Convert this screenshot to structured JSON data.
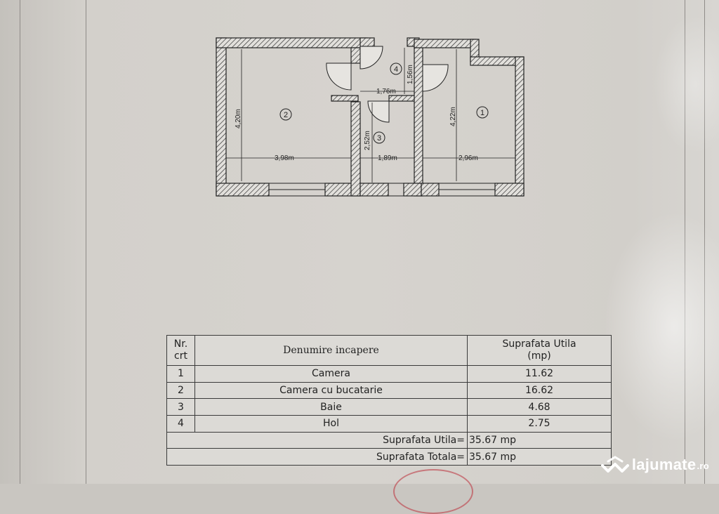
{
  "floor_plan": {
    "rooms": [
      {
        "number": "1",
        "height_dim": "4,22m",
        "width_dim": "2,96m"
      },
      {
        "number": "2",
        "height_dim": "4,20m",
        "width_dim": "3,98m"
      },
      {
        "number": "3",
        "height_dim": "2,52m",
        "width_dim": "1,89m"
      },
      {
        "number": "4",
        "height_dim": "1,56m",
        "width_dim": "1,76m"
      }
    ]
  },
  "table": {
    "header": {
      "nr": "Nr.",
      "crt": "crt",
      "name": "Denumire incapere",
      "area": "Suprafata Utila",
      "unit": "(mp)"
    },
    "rows": [
      {
        "nr": "1",
        "name": "Camera",
        "area": "11.62"
      },
      {
        "nr": "2",
        "name": "Camera cu bucatarie",
        "area": "16.62"
      },
      {
        "nr": "3",
        "name": "Baie",
        "area": "4.68"
      },
      {
        "nr": "4",
        "name": "Hol",
        "area": "2.75"
      }
    ],
    "totals": [
      {
        "label": "Suprafata Utila=",
        "value": "35.67 mp"
      },
      {
        "label": "Suprafata Totala=",
        "value": "35.67 mp"
      }
    ]
  },
  "watermark": {
    "brand": "lajumate",
    "tld": ".ro",
    "icon": "lajumate-logo-icon"
  },
  "colors": {
    "paper": "#d3d0cb",
    "ink": "#222222",
    "watermark": "#ffffff"
  }
}
